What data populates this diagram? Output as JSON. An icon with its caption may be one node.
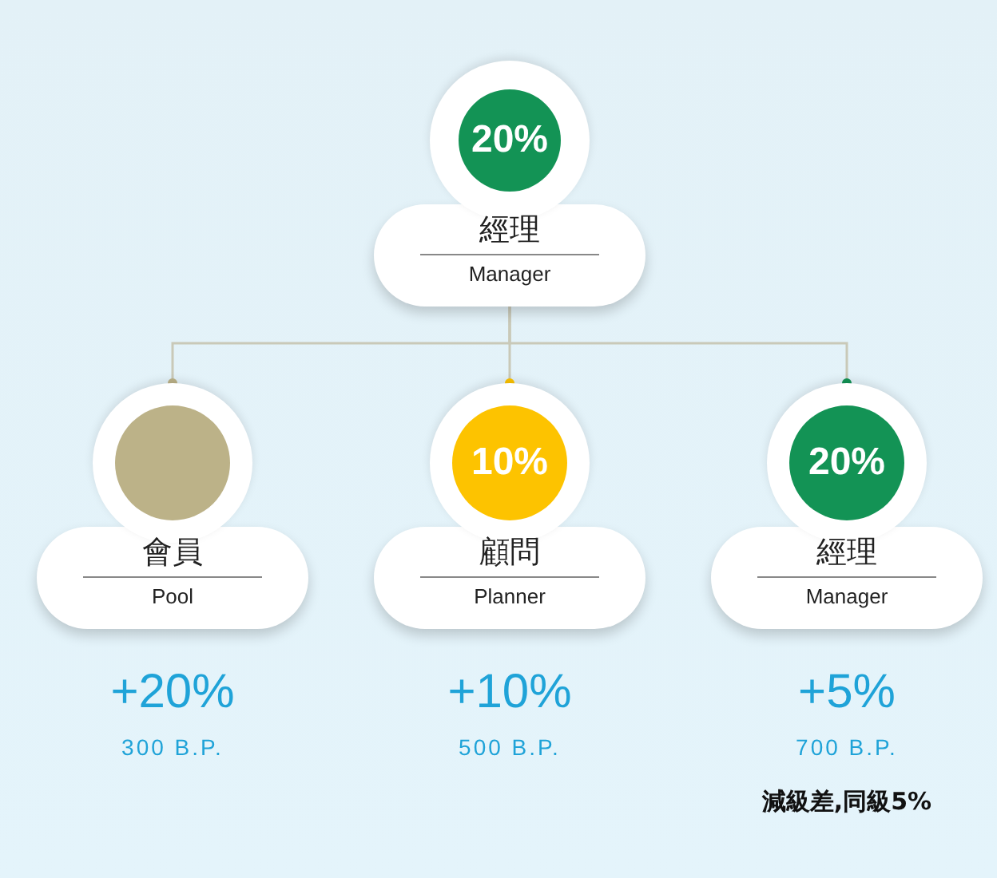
{
  "diagram": {
    "nodes": [
      {
        "text": [
          "20%",
          "經理",
          "Manager"
        ]
      },
      {
        "text": [
          "會員",
          "Pool"
        ],
        "beside": [
          "+20%",
          "300 B.P."
        ]
      },
      {
        "text": [
          "10%",
          "顧問",
          "Planner"
        ],
        "beside": [
          "+10%",
          "500 B.P."
        ]
      },
      {
        "text": [
          "20%",
          "經理",
          "Manager"
        ],
        "beside": [
          "+5%",
          "700 B.P.",
          "減級差,同級5%"
        ]
      }
    ],
    "edges": [
      {
        "from": 0,
        "to": 1,
        "arrow": "other"
      },
      {
        "from": 0,
        "to": 2,
        "arrow": "other"
      },
      {
        "from": 0,
        "to": 3,
        "arrow": "other"
      }
    ]
  }
}
